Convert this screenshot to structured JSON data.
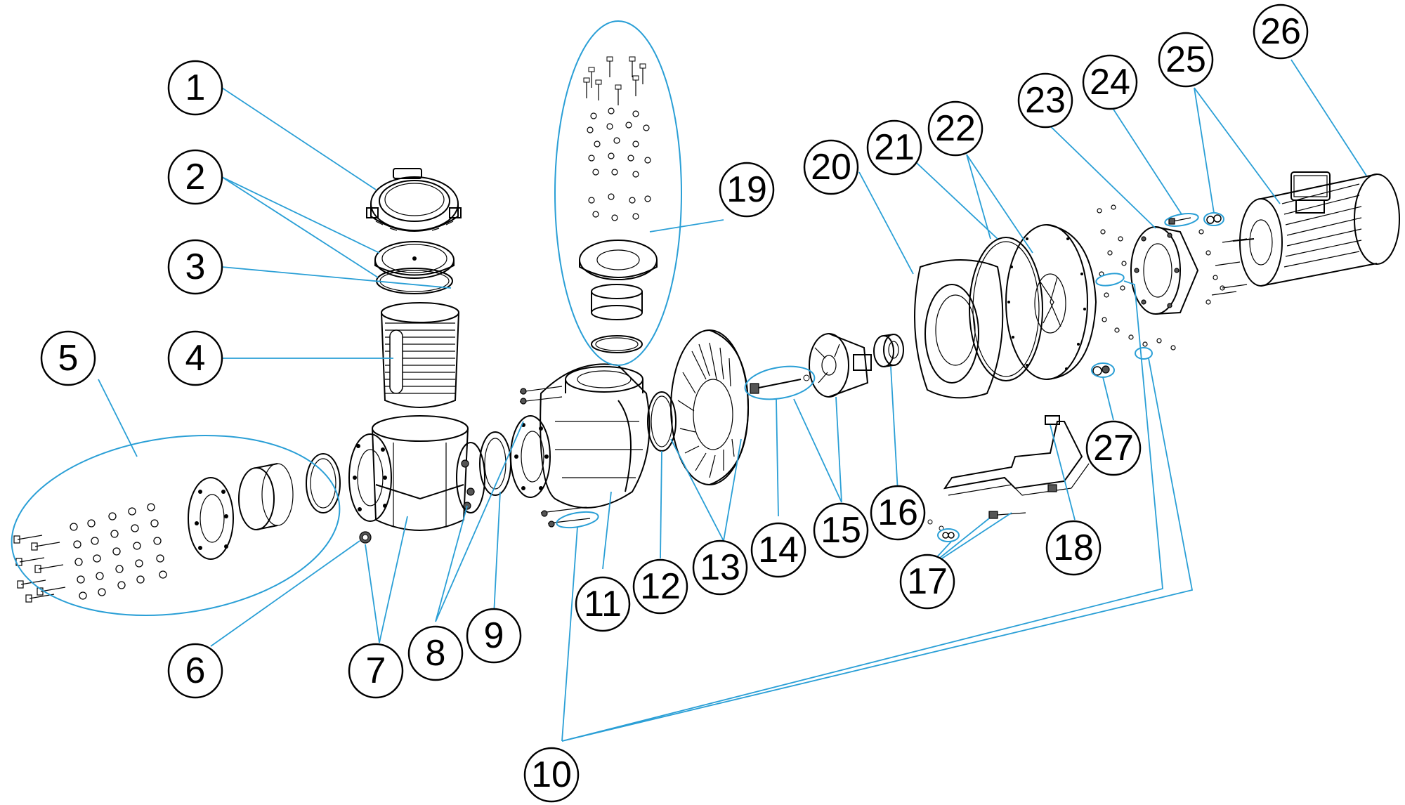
{
  "diagram": {
    "type": "exploded-parts-view",
    "line_color": "#2a9fd6",
    "callouts": [
      {
        "number": "1"
      },
      {
        "number": "2"
      },
      {
        "number": "3"
      },
      {
        "number": "4"
      },
      {
        "number": "5"
      },
      {
        "number": "6"
      },
      {
        "number": "7"
      },
      {
        "number": "8"
      },
      {
        "number": "9"
      },
      {
        "number": "10"
      },
      {
        "number": "11"
      },
      {
        "number": "12"
      },
      {
        "number": "13"
      },
      {
        "number": "14"
      },
      {
        "number": "15"
      },
      {
        "number": "16"
      },
      {
        "number": "17"
      },
      {
        "number": "18"
      },
      {
        "number": "19"
      },
      {
        "number": "20"
      },
      {
        "number": "21"
      },
      {
        "number": "22"
      },
      {
        "number": "23"
      },
      {
        "number": "24"
      },
      {
        "number": "25"
      },
      {
        "number": "26"
      },
      {
        "number": "27"
      }
    ]
  }
}
